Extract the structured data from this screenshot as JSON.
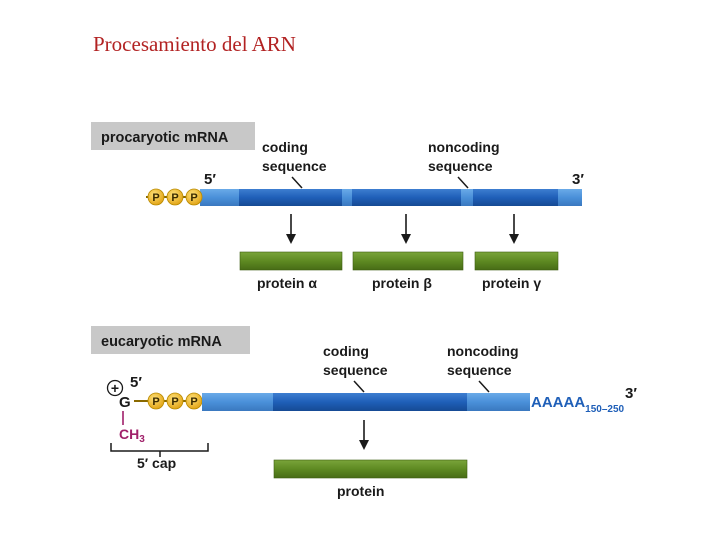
{
  "title": "Procesamiento del ARN",
  "prokaryote": {
    "box_label": "procaryotic mRNA",
    "five_prime": "5′",
    "three_prime": "3′",
    "coding_label_1": "coding",
    "coding_label_2": "sequence",
    "noncoding_label_1": "noncoding",
    "noncoding_label_2": "sequence",
    "phosphates": [
      "P",
      "P",
      "P"
    ],
    "proteins": [
      "protein α",
      "protein β",
      "protein γ"
    ]
  },
  "eukaryote": {
    "box_label": "eucaryotic mRNA",
    "plus_sign": "+",
    "five_prime": "5′",
    "three_prime": "3′",
    "cap_base": "G",
    "methyl": "CH",
    "methyl_sub": "3",
    "cap_label": "5′ cap",
    "coding_label_1": "coding",
    "coding_label_2": "sequence",
    "noncoding_label_1": "noncoding",
    "noncoding_label_2": "sequence",
    "phosphates": [
      "P",
      "P",
      "P"
    ],
    "poly_a": "AAAAA",
    "poly_a_range": "150–250",
    "protein": "protein"
  },
  "colors": {
    "title": "#b22222",
    "mrna_coding": "#1f5fb8",
    "mrna_noncoding": "#4a90d9",
    "protein_bar": "#5e8a22",
    "label_box": "#c8c8c8",
    "phosphate": "#f0b818",
    "methyl": "#a0206a",
    "poly_a": "#1f5fb8"
  }
}
